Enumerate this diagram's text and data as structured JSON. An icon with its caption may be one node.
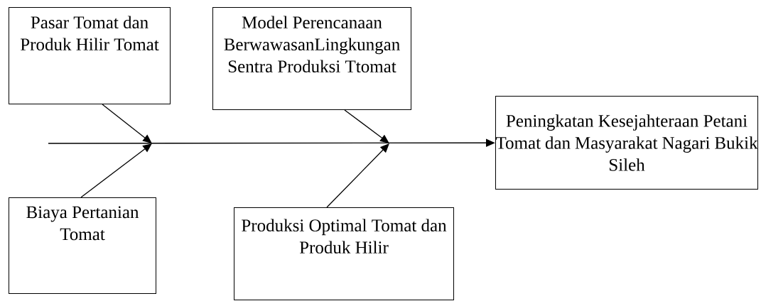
{
  "diagram": {
    "nodes": [
      {
        "text": [
          "Pasar Tomat dan Produk Hilir Tomat"
        ]
      },
      {
        "text": [
          "Model Perencanaan BerwawasanLingkungan Sentra Produksi Ttomat"
        ]
      },
      {
        "text": [
          "Peningkatan Kesejahteraan Petani Tomat dan Masyarakat Nagari Bukik Sileh"
        ]
      },
      {
        "text": [
          "Biaya Pertanian Tomat"
        ]
      },
      {
        "text": [
          "Produksi Optimal Tomat dan Produk Hilir"
        ]
      }
    ],
    "edges": [
      {
        "from": 0,
        "to": null,
        "arrow": "to"
      },
      {
        "from": 3,
        "to": null,
        "arrow": "to"
      },
      {
        "from": 1,
        "to": null,
        "arrow": "to"
      },
      {
        "from": 4,
        "to": null,
        "arrow": "to"
      },
      {
        "from": null,
        "to": 2,
        "arrow": "to"
      }
    ]
  }
}
